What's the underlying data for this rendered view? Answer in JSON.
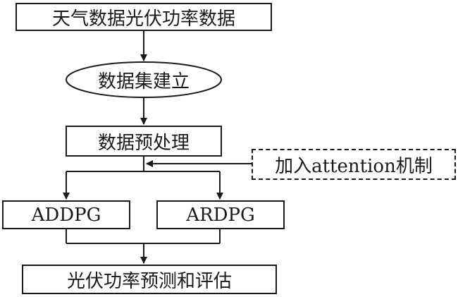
{
  "diagram": {
    "nodes": {
      "input_data": {
        "label": "天气数据光伏功率数据",
        "shape": "rectangle"
      },
      "dataset": {
        "label": "数据集建立",
        "shape": "ellipse"
      },
      "preprocess": {
        "label": "数据预处理",
        "shape": "rectangle"
      },
      "attention": {
        "label": "加入attention机制",
        "shape": "rectangle",
        "border": "dashed"
      },
      "addpg": {
        "label": "ADDPG",
        "shape": "rectangle"
      },
      "ardpg": {
        "label": "ARDPG",
        "shape": "rectangle"
      },
      "evaluation": {
        "label": "光伏功率预测和评估",
        "shape": "rectangle"
      }
    },
    "colors": {
      "stroke": "#1a1a1a",
      "background": "#ffffff"
    }
  }
}
